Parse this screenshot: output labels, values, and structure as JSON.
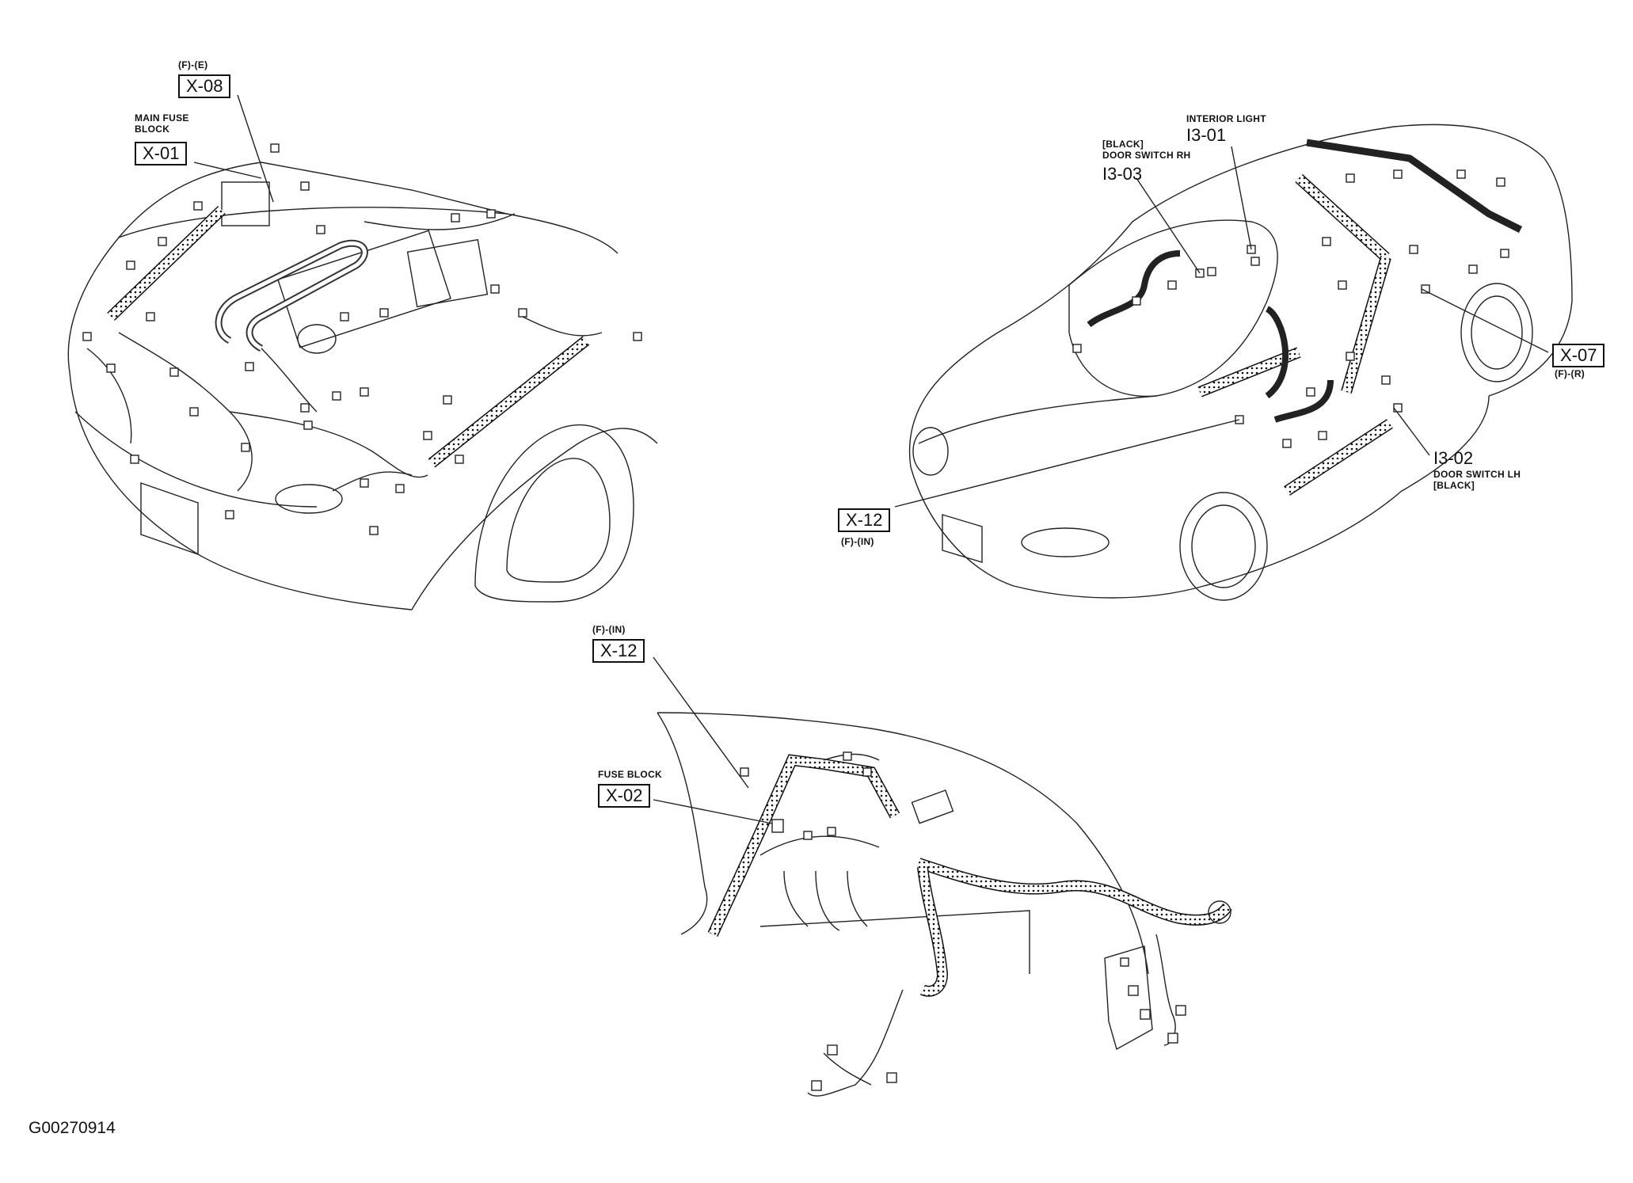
{
  "figure_id": "G00270914",
  "front_view": {
    "x08": {
      "position": "(F)-(E)",
      "code": "X-08"
    },
    "x01": {
      "name_line1": "MAIN FUSE",
      "name_line2": "BLOCK",
      "code": "X-01"
    }
  },
  "interior_view": {
    "i301": {
      "name": "INTERIOR LIGHT",
      "code": "I3-01"
    },
    "i303": {
      "color": "[BLACK]",
      "name": "DOOR SWITCH RH",
      "code": "I3-03"
    },
    "x07": {
      "code": "X-07",
      "position": "(F)-(R)"
    },
    "i302": {
      "code": "I3-02",
      "name": "DOOR SWITCH LH",
      "color": "[BLACK]"
    },
    "x12": {
      "code": "X-12",
      "position": "(F)-(IN)"
    }
  },
  "dash_view": {
    "x12": {
      "position": "(F)-(IN)",
      "code": "X-12"
    },
    "x02": {
      "name": "FUSE BLOCK",
      "code": "X-02"
    }
  }
}
